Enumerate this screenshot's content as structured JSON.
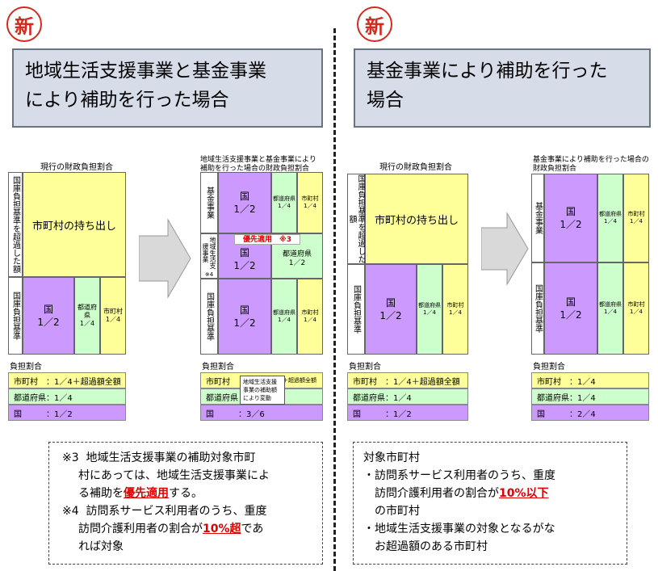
{
  "badges": {
    "left": "新",
    "right": "新"
  },
  "headers": {
    "left": [
      "地域生活支援事業と基金事業",
      "により補助を行った場合"
    ],
    "right": [
      "基金事業により補助を行った",
      "場合"
    ]
  },
  "panel1": {
    "title": "現行の財政負担割合",
    "excess_label": "国庫負担基準を超過した額",
    "excess_cell": "市町村の持ち出し",
    "base_label": "国庫負担基準",
    "national": "国",
    "national_ratio": "1／2",
    "pref": "都道府県",
    "pref_ratio": "1／4",
    "muni": "市町村",
    "muni_ratio": "1／4"
  },
  "panel2": {
    "title_lines": [
      "地域生活支援事業と基金事業により",
      "補助を行った場合の財政負担割合"
    ],
    "fund_label": "基金事業",
    "support_label": "地域生活支援事業",
    "support_note": "※4",
    "base_label": "国庫負担基準",
    "priority_label": "優先適用　※3",
    "national": "国",
    "national_ratio": "1／2",
    "pref": "都道府県",
    "pref_ratio": "1／4",
    "pref_ratio_mid": "1／2",
    "muni": "市町村",
    "muni_ratio": "1／4"
  },
  "panel3": {
    "title": "現行の財政負担割合",
    "excess_label": "国庫負担基準を超過した額",
    "excess_cell": "市町村の持ち出し",
    "base_label": "国庫負担基準",
    "national": "国",
    "national_ratio": "1／2",
    "pref": "都道府県",
    "pref_ratio": "1／4",
    "muni": "市町村",
    "muni_ratio": "1／4"
  },
  "panel4": {
    "title_lines": [
      "基金事業により補助を行った場合の",
      "財政負担割合"
    ],
    "fund_label": "基金事業",
    "base_label": "国庫負担基準",
    "national": "国",
    "national_ratio": "1／2",
    "pref": "都道府県",
    "pref_ratio": "1／4",
    "muni": "市町村",
    "muni_ratio": "1／4"
  },
  "shares": {
    "heading": "負担割合",
    "p1": [
      "市町村　：1／4＋超過額全額",
      "都道府県：1／4",
      "国　　　：1／2"
    ],
    "p2": [
      "市町村",
      "都道府県",
      "国　　　：3／6"
    ],
    "p2_popup": [
      "地域生活支援",
      "事業の補助額",
      "により変動"
    ],
    "p2_side": "＋超過額全額",
    "p3": [
      "市町村　：1／4＋超過額全額",
      "都道府県：1／4",
      "国　　　：1／2"
    ],
    "p4": [
      "市町村　：1／4",
      "都道府県：1／4",
      "国　　　：2／4"
    ]
  },
  "notes": {
    "left": {
      "n3_mark": "※3",
      "n3_line1": "地域生活支援事業の補助対象市町",
      "n3_line2": "村にあっては、地域生活支援事業によ",
      "n3_line3_a": "る補助を",
      "n3_line3_red": "優先適用",
      "n3_line3_b": "する。",
      "n4_mark": "※4",
      "n4_line1": "訪問系サービス利用者のうち、重度",
      "n4_line2_a": "訪問介護利用者の割合が",
      "n4_line2_red": "10%超",
      "n4_line2_b": "であ",
      "n4_line3": "れば対象"
    },
    "right": {
      "heading": "対象市町村",
      "b1_line1": "・訪問系サービス利用者のうち、重度",
      "b1_line2_a": "訪問介護利用者の割合が",
      "b1_line2_red": "10%以下",
      "b1_line3": "の市町村",
      "b2_line1": "・地域生活支援事業の対象となるがな",
      "b2_line2": "お超過額のある市町村"
    }
  }
}
